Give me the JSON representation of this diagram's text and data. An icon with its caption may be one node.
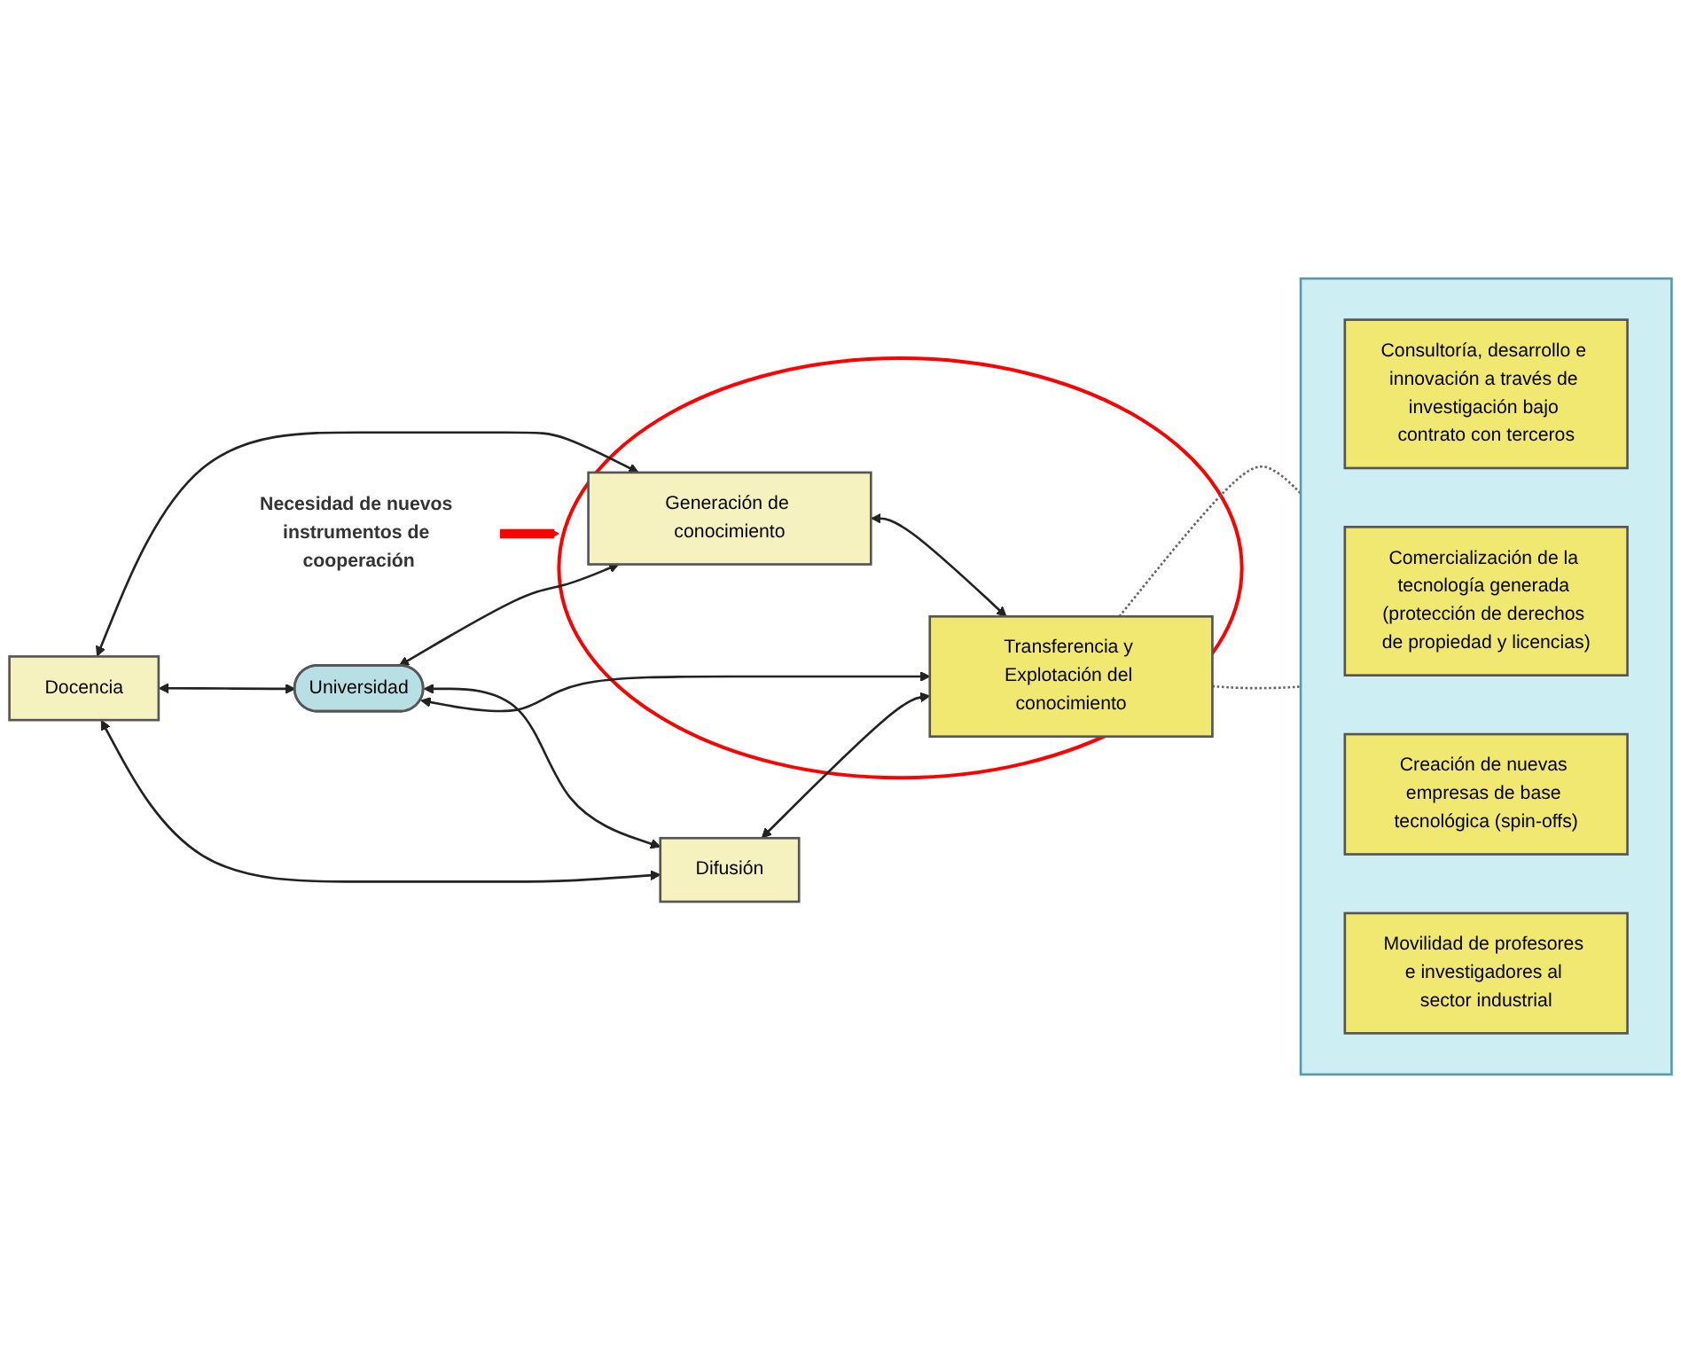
{
  "diagram": {
    "nodes": [
      {
        "text": [
          "Docencia"
        ]
      },
      {
        "text": [
          "Universidad"
        ]
      },
      {
        "text": [],
        "shape": "ellipse"
      },
      {
        "text": [
          "Generación de conocimiento"
        ],
        "in": 2
      },
      {
        "text": [
          "Difusión"
        ]
      },
      {
        "text": [
          "Transferencia y Explotación del conocimiento"
        ],
        "in": 2
      },
      {
        "text": [
          "Necesidad de nuevos instrumentos de cooperación"
        ]
      },
      {
        "text": [],
        "shape": "box"
      },
      {
        "text": [
          "Consultoría, desarrollo e innovación a través de investigación bajo contrato con terceros"
        ],
        "in": 7
      },
      {
        "text": [
          "Comercialización de la tecnología generada (protección de derechos de propiedad y licencias)"
        ],
        "in": 7
      },
      {
        "text": [
          "Creación de nuevas empresas de base tecnológica (spin-offs)"
        ],
        "in": 7
      },
      {
        "text": [
          "Movilidad de profesores e investigadores al sector industrial"
        ],
        "in": 7
      }
    ],
    "edges": [
      {
        "from": 0,
        "to": 3,
        "arrow": "both"
      },
      {
        "from": 0,
        "to": 1,
        "arrow": "both"
      },
      {
        "from": 1,
        "to": 3,
        "arrow": "both"
      },
      {
        "from": 0,
        "to": 4,
        "arrow": "both"
      },
      {
        "from": 1,
        "to": 4,
        "arrow": "both"
      },
      {
        "from": 1,
        "to": 5,
        "arrow": "both"
      },
      {
        "from": 3,
        "to": 5,
        "arrow": "both"
      },
      {
        "from": 4,
        "to": 5,
        "arrow": "both"
      },
      {
        "from": 6,
        "to": 2,
        "arrow": "to",
        "style": "thick",
        "color": "#ff0000"
      },
      {
        "from": 5,
        "to": 7,
        "arrow": "none",
        "style": "dashed"
      },
      {
        "from": 5,
        "to": 7,
        "arrow": "none",
        "style": "dashed"
      }
    ]
  }
}
